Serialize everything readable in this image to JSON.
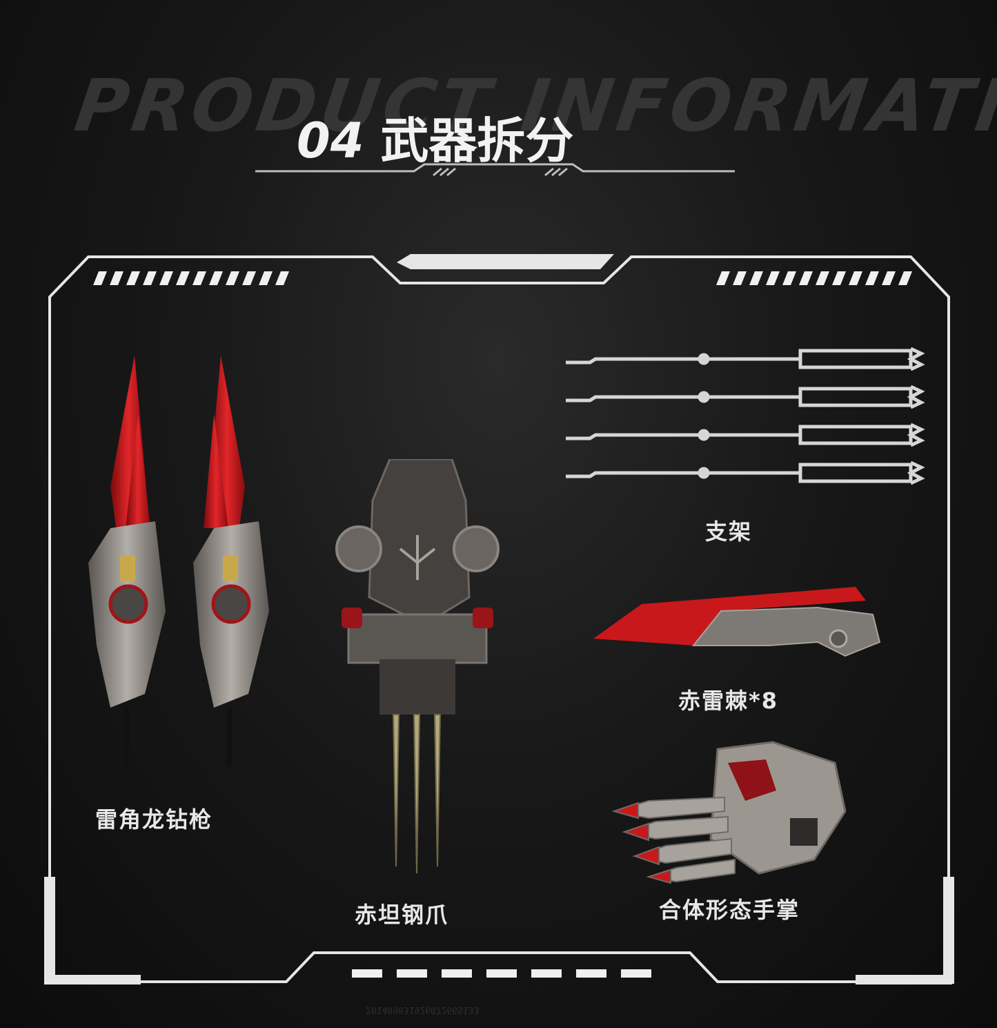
{
  "header": {
    "watermark": "PRODUCT INFORMATION",
    "section_number": "04",
    "section_title": "武器拆分"
  },
  "items": {
    "drill_spear": {
      "label": "雷角龙钻枪",
      "icon": "drill-spear-icon"
    },
    "steel_claw": {
      "label": "赤坦钢爪",
      "icon": "steel-claw-icon"
    },
    "stand": {
      "label": "支架",
      "icon": "stand-rods-icon"
    },
    "blade": {
      "label": "赤雷棘*8",
      "icon": "red-blade-icon"
    },
    "palm": {
      "label": "合体形态手掌",
      "icon": "combined-palm-icon"
    }
  },
  "footer": {
    "code": "201409031926072665133"
  },
  "colors": {
    "accent_red": "#c8181b",
    "metal": "#8a8580",
    "frame": "#e6e6e6"
  }
}
